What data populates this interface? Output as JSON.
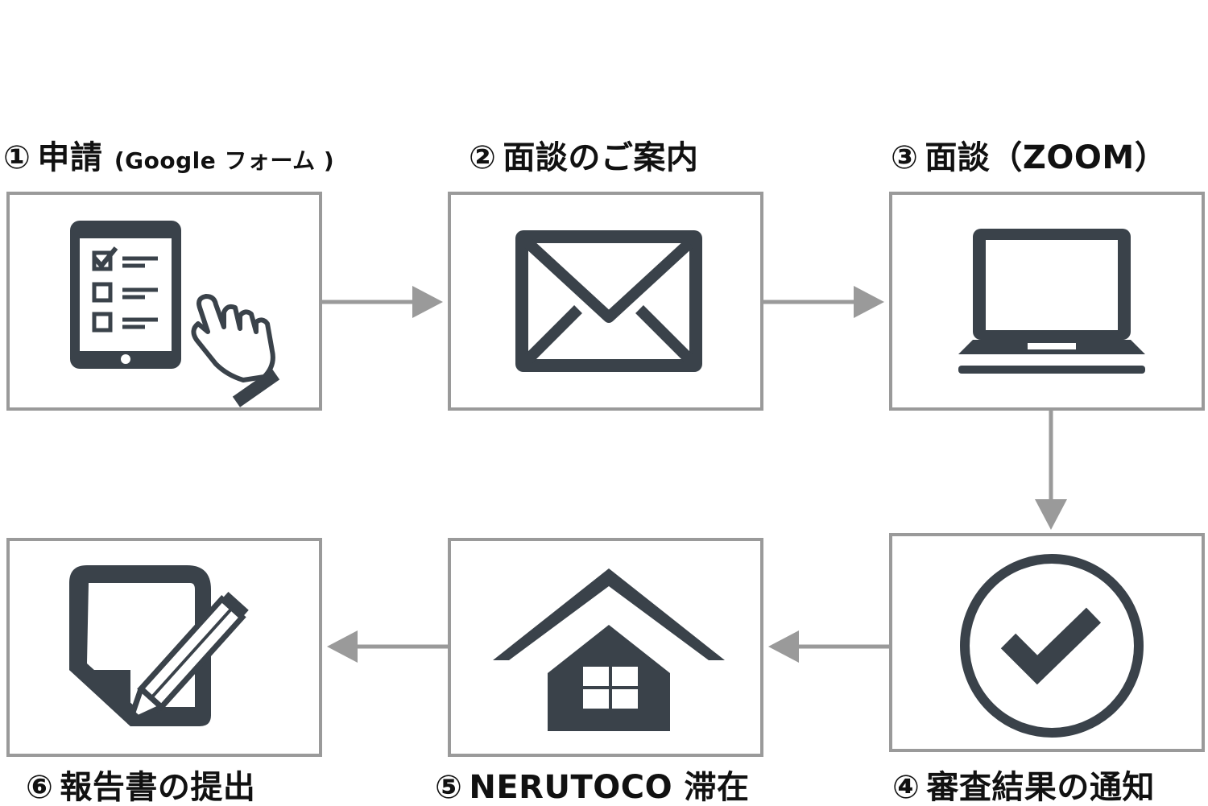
{
  "colors": {
    "icon": "#3a424a",
    "border": "#9a9a9a",
    "arrow": "#9a9a9a",
    "text": "#111111"
  },
  "steps": [
    {
      "num": "①",
      "label": "申請",
      "sub": "(Google フォーム )",
      "icon": "tablet-checklist-hand-icon"
    },
    {
      "num": "②",
      "label": "面談のご案内",
      "sub": "",
      "icon": "envelope-icon"
    },
    {
      "num": "③",
      "label": "面談（ZOOM）",
      "sub": "",
      "icon": "laptop-icon"
    },
    {
      "num": "④",
      "label": "審査結果の通知",
      "sub": "",
      "icon": "check-circle-icon"
    },
    {
      "num": "⑤",
      "label": "NERUTOCO 滞在",
      "sub": "",
      "icon": "house-icon"
    },
    {
      "num": "⑥",
      "label": "報告書の提出",
      "sub": "",
      "icon": "memo-pencil-icon"
    }
  ]
}
